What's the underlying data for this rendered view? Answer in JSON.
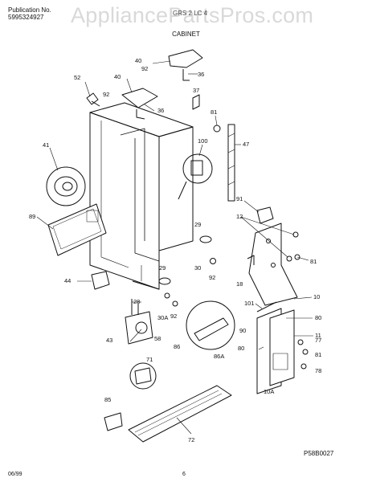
{
  "header": {
    "publication_label": "Publication No.",
    "publication_number": "5995324927",
    "model_code": "GRS 2 LC 4",
    "section_title": "CABINET",
    "watermark": "AppliancePartsPros.com"
  },
  "footer": {
    "date": "06/99",
    "page": "6",
    "ref_code": "P58B0027"
  },
  "callouts": [
    {
      "id": "40a",
      "text": "40"
    },
    {
      "id": "92a",
      "text": "92"
    },
    {
      "id": "36a",
      "text": "36"
    },
    {
      "id": "52",
      "text": "52"
    },
    {
      "id": "40b",
      "text": "40"
    },
    {
      "id": "37",
      "text": "37"
    },
    {
      "id": "92b",
      "text": "92"
    },
    {
      "id": "36b",
      "text": "36"
    },
    {
      "id": "81a",
      "text": "81"
    },
    {
      "id": "47",
      "text": "47"
    },
    {
      "id": "41",
      "text": "41"
    },
    {
      "id": "100",
      "text": "100"
    },
    {
      "id": "89",
      "text": "89"
    },
    {
      "id": "91",
      "text": "91"
    },
    {
      "id": "12",
      "text": "12"
    },
    {
      "id": "29a",
      "text": "29"
    },
    {
      "id": "81b",
      "text": "81"
    },
    {
      "id": "30a",
      "text": "30"
    },
    {
      "id": "92c",
      "text": "92"
    },
    {
      "id": "18",
      "text": "18"
    },
    {
      "id": "29b",
      "text": "29"
    },
    {
      "id": "44",
      "text": "44"
    },
    {
      "id": "10",
      "text": "10"
    },
    {
      "id": "28",
      "text": "28"
    },
    {
      "id": "101",
      "text": "101"
    },
    {
      "id": "30b",
      "text": "30A"
    },
    {
      "id": "92d",
      "text": "92"
    },
    {
      "id": "80a",
      "text": "80"
    },
    {
      "id": "58",
      "text": "58"
    },
    {
      "id": "90",
      "text": "90"
    },
    {
      "id": "11",
      "text": "11"
    },
    {
      "id": "43",
      "text": "43"
    },
    {
      "id": "86",
      "text": "86"
    },
    {
      "id": "77",
      "text": "77"
    },
    {
      "id": "80b",
      "text": "80"
    },
    {
      "id": "81c",
      "text": "81"
    },
    {
      "id": "86A",
      "text": "86A"
    },
    {
      "id": "78",
      "text": "78"
    },
    {
      "id": "71",
      "text": "71"
    },
    {
      "id": "10A",
      "text": "10A"
    },
    {
      "id": "85",
      "text": "85"
    },
    {
      "id": "72",
      "text": "72"
    }
  ]
}
